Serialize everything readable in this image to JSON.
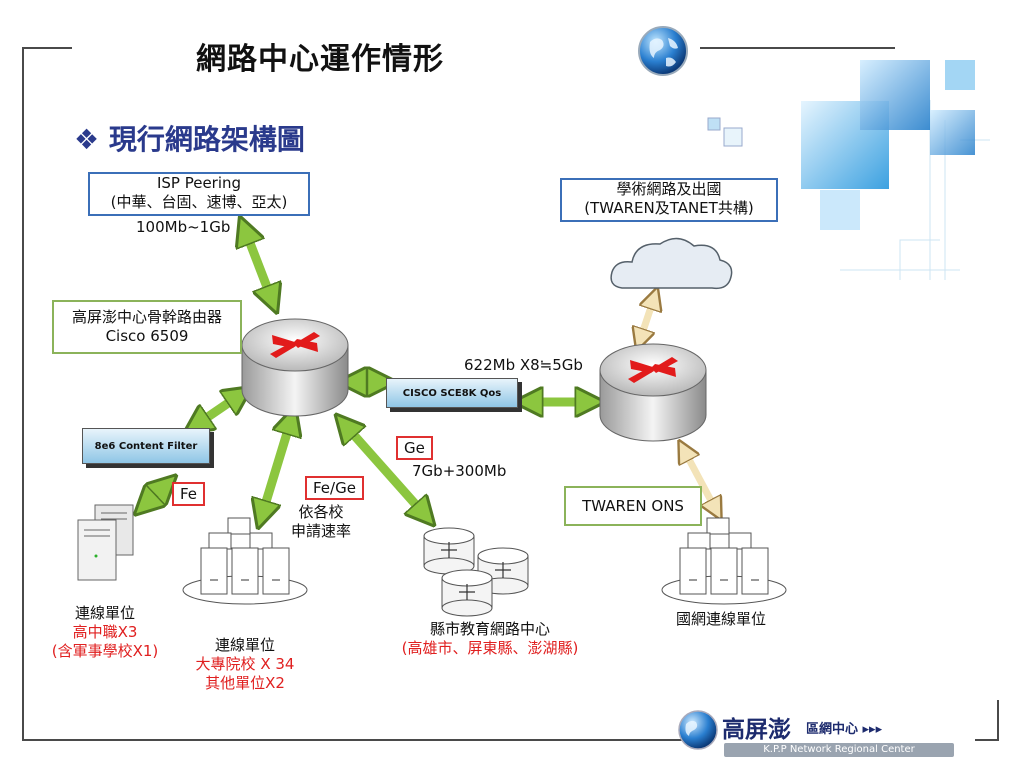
{
  "title": "網路中心運作情形",
  "subtitle": "❖ 現行網路架構圖",
  "isp": {
    "line1": "ISP Peering",
    "line2": "(中華、台固、速博、亞太)"
  },
  "isp_speed": "100Mb~1Gb",
  "academic": {
    "line1": "學術網路及出國",
    "line2": "(TWAREN及TANET共構)"
  },
  "backbone": {
    "line1": "高屏澎中心骨幹路由器",
    "line2": "Cisco 6509"
  },
  "speed_622": "622Mb X8≒5Gb",
  "cisco_sce": "CISCO SCE8K Qos",
  "content_filter": "8e6 Content Filter",
  "tag_fe": "Fe",
  "tag_fege": "Fe/Ge",
  "tag_ge": "Ge",
  "ge_speed": "7Gb+300Mb",
  "per_school": {
    "line1": "依各校",
    "line2": "申請速率"
  },
  "twaren_ons": "TWAREN ONS",
  "unit_high": {
    "line1": "連線單位",
    "line2": "高中職X3",
    "line3": "(含軍事學校X1)"
  },
  "unit_univ": {
    "line1": "連線單位",
    "line2": "大專院校 X 34",
    "line3": "其他單位X2"
  },
  "county": {
    "line1": "縣市教育網路中心",
    "line2": "(高雄市、屏東縣、澎湖縣)"
  },
  "national_unit": "國網連線單位",
  "logo": {
    "name": "高屏澎",
    "suffix": "區網中心 ▸▸▸",
    "en": "K.P.P Network Regional Center"
  },
  "colors": {
    "title_blue": "#2a3a8c",
    "arrow_green": "#8cc63f",
    "red": "#e02020",
    "box_blue": "#3b6fb8",
    "box_green": "#8bb35a"
  }
}
